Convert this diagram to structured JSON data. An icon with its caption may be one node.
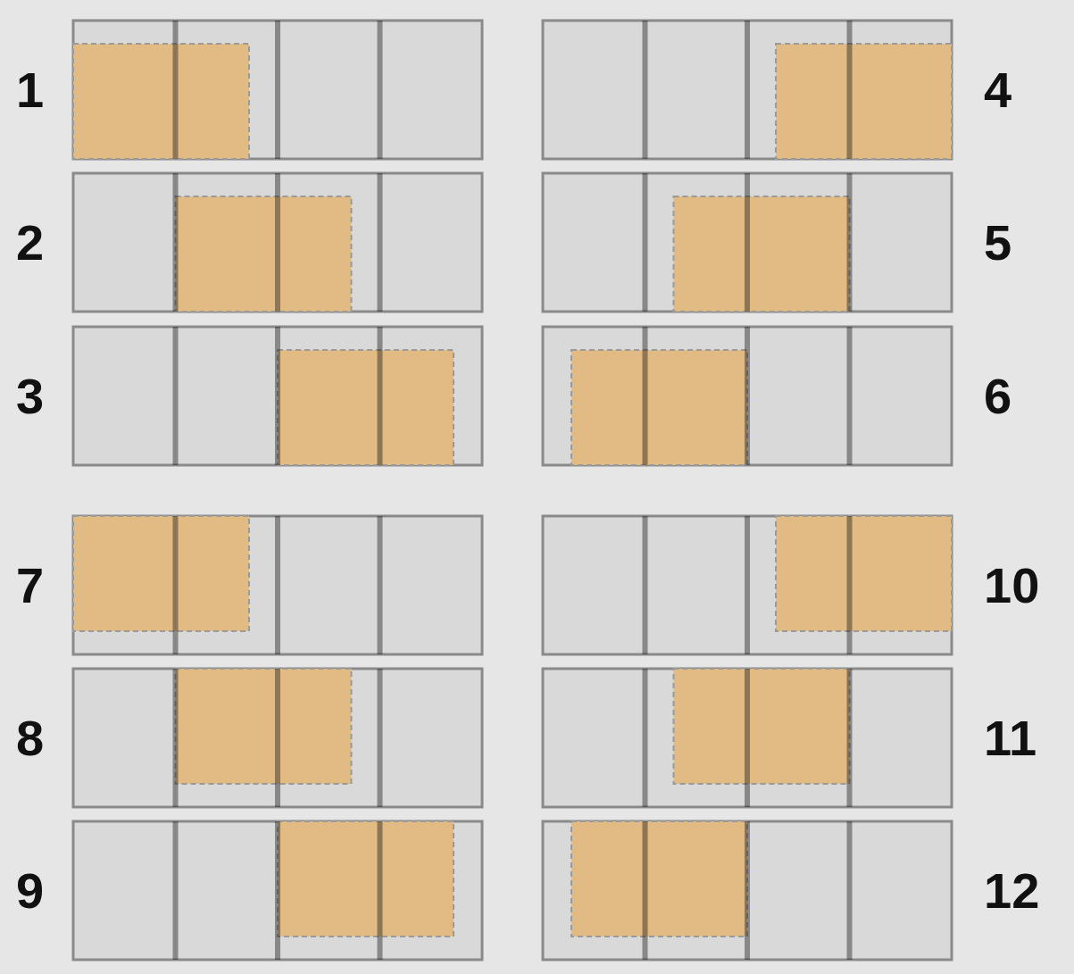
{
  "diagram": {
    "labels": [
      "1",
      "4",
      "2",
      "5",
      "3",
      "6",
      "7",
      "10",
      "8",
      "11",
      "9",
      "12"
    ]
  }
}
